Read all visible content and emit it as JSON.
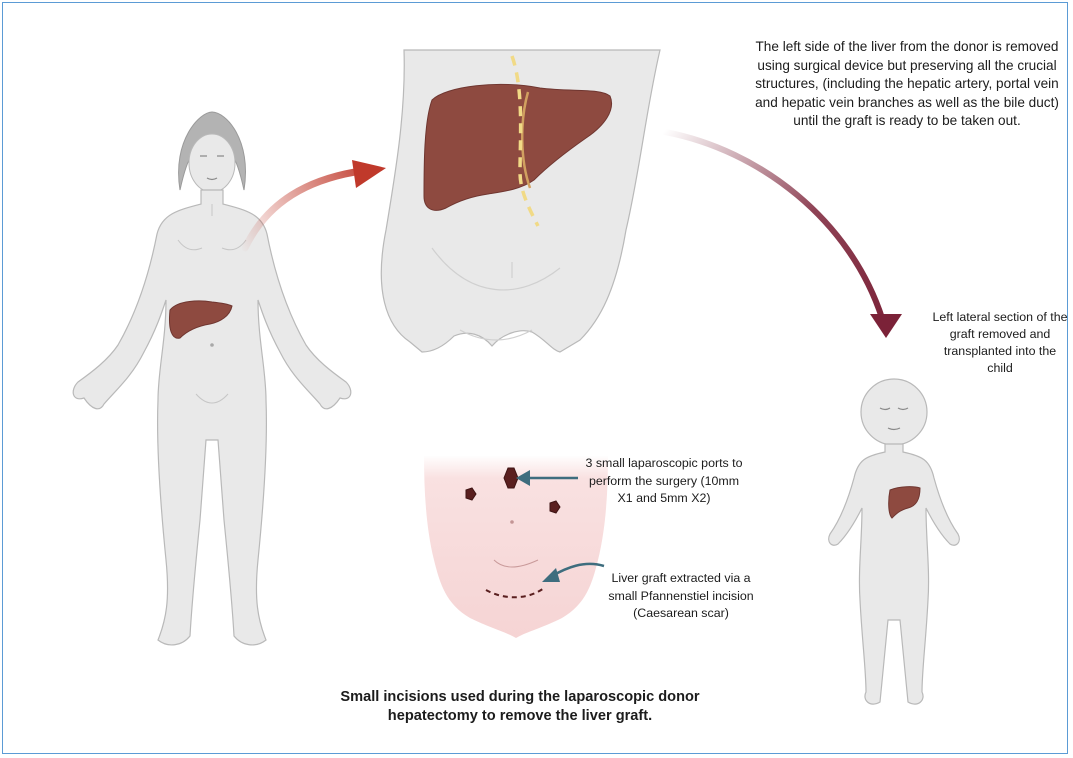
{
  "annotations": {
    "removal_description": "The left side of the liver from the donor is removed using surgical device but preserving all the crucial structures, (including  the hepatic artery, portal vein and hepatic vein branches as well as the bile duct) until the graft is ready to be taken out.",
    "lateral_section": "Left lateral section of the graft removed and transplanted into the child",
    "ports": "3 small laparoscopic ports to perform the surgery (10mm X1 and 5mm X2)",
    "graft_extraction": "Liver graft extracted via a small Pfannenstiel incision (Caesarean scar)"
  },
  "caption": "Small incisions used during the laparoscopic donor hepatectomy to remove the liver graft.",
  "colors": {
    "frame": "#5b9bd5",
    "body_fill": "#e9e9e9",
    "body_outline": "#b9b9b9",
    "liver": "#8e4a40",
    "arrow_red": "#c0392b",
    "arrow_maroon": "#7b2238",
    "pointer_arrow": "#3e6d7e",
    "skin_pink": "#f7d9d9",
    "port_marker": "#5a1f1f",
    "cut_line": "#f1da86"
  }
}
